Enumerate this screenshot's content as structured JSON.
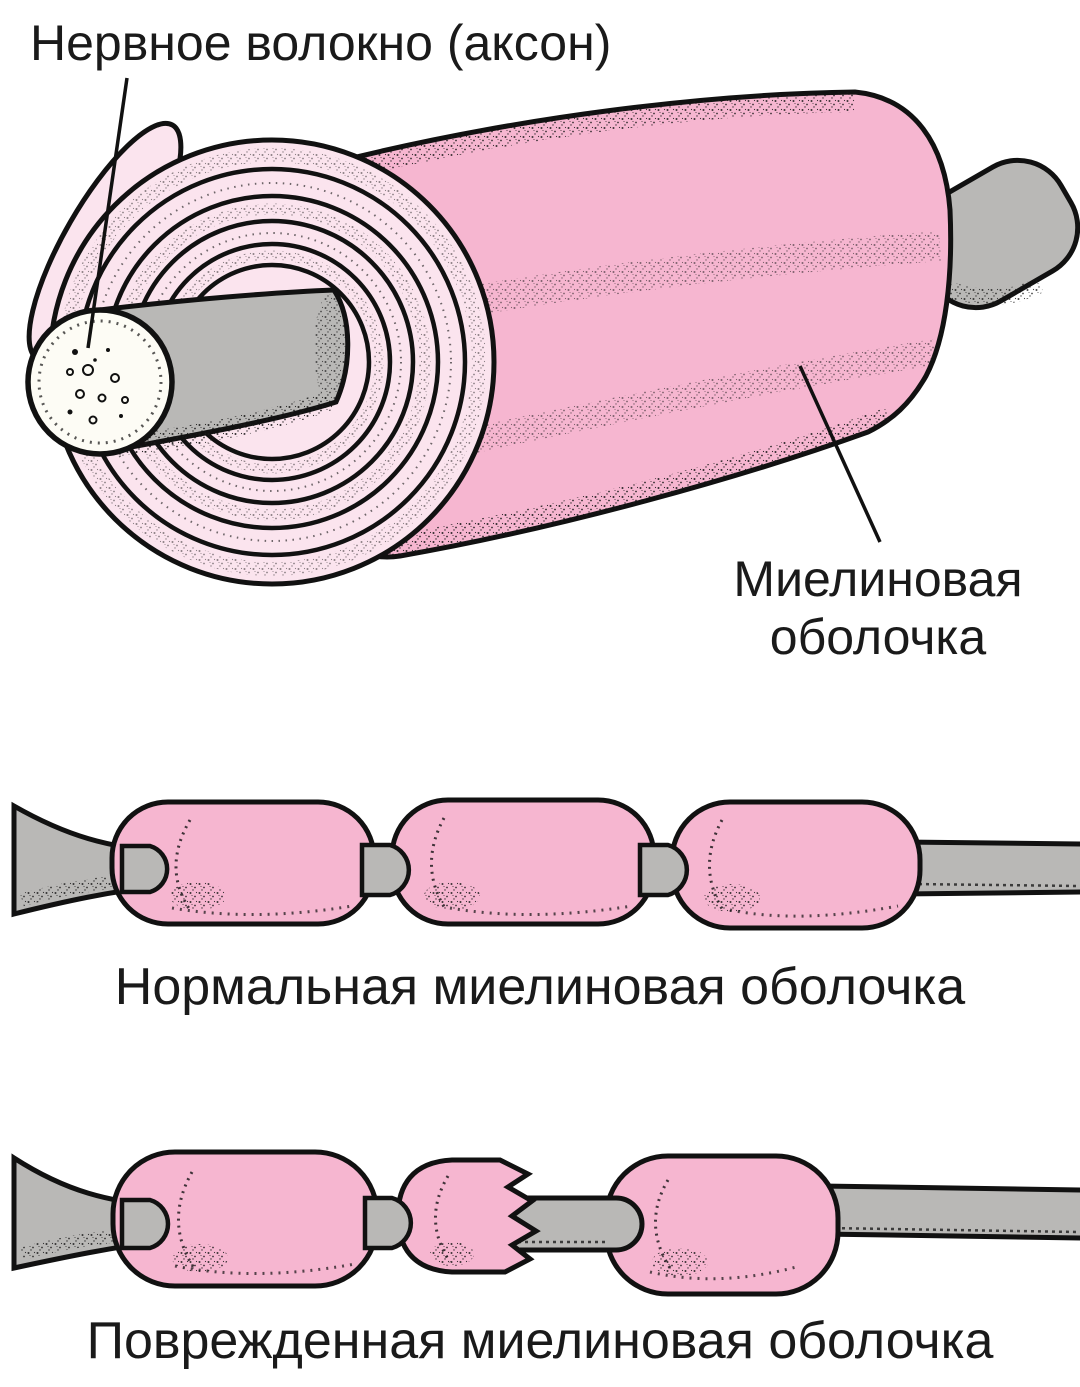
{
  "figure": {
    "axon_label": "Нервное волокно (аксон)",
    "myelin_label_line1": "Миелиновая",
    "myelin_label_line2": "оболочка",
    "normal_caption": "Нормальная миелиновая оболочка",
    "damaged_caption": "Поврежденная миелиновая оболочка"
  },
  "colors": {
    "myelin_pink": "#f6b6d0",
    "myelin_light_pink": "#fbe4ee",
    "axon_gray": "#b9b8b6",
    "outline": "#111111",
    "cross_section_white": "#fdfcf5",
    "background": "#ffffff",
    "text": "#1a1a1a"
  }
}
